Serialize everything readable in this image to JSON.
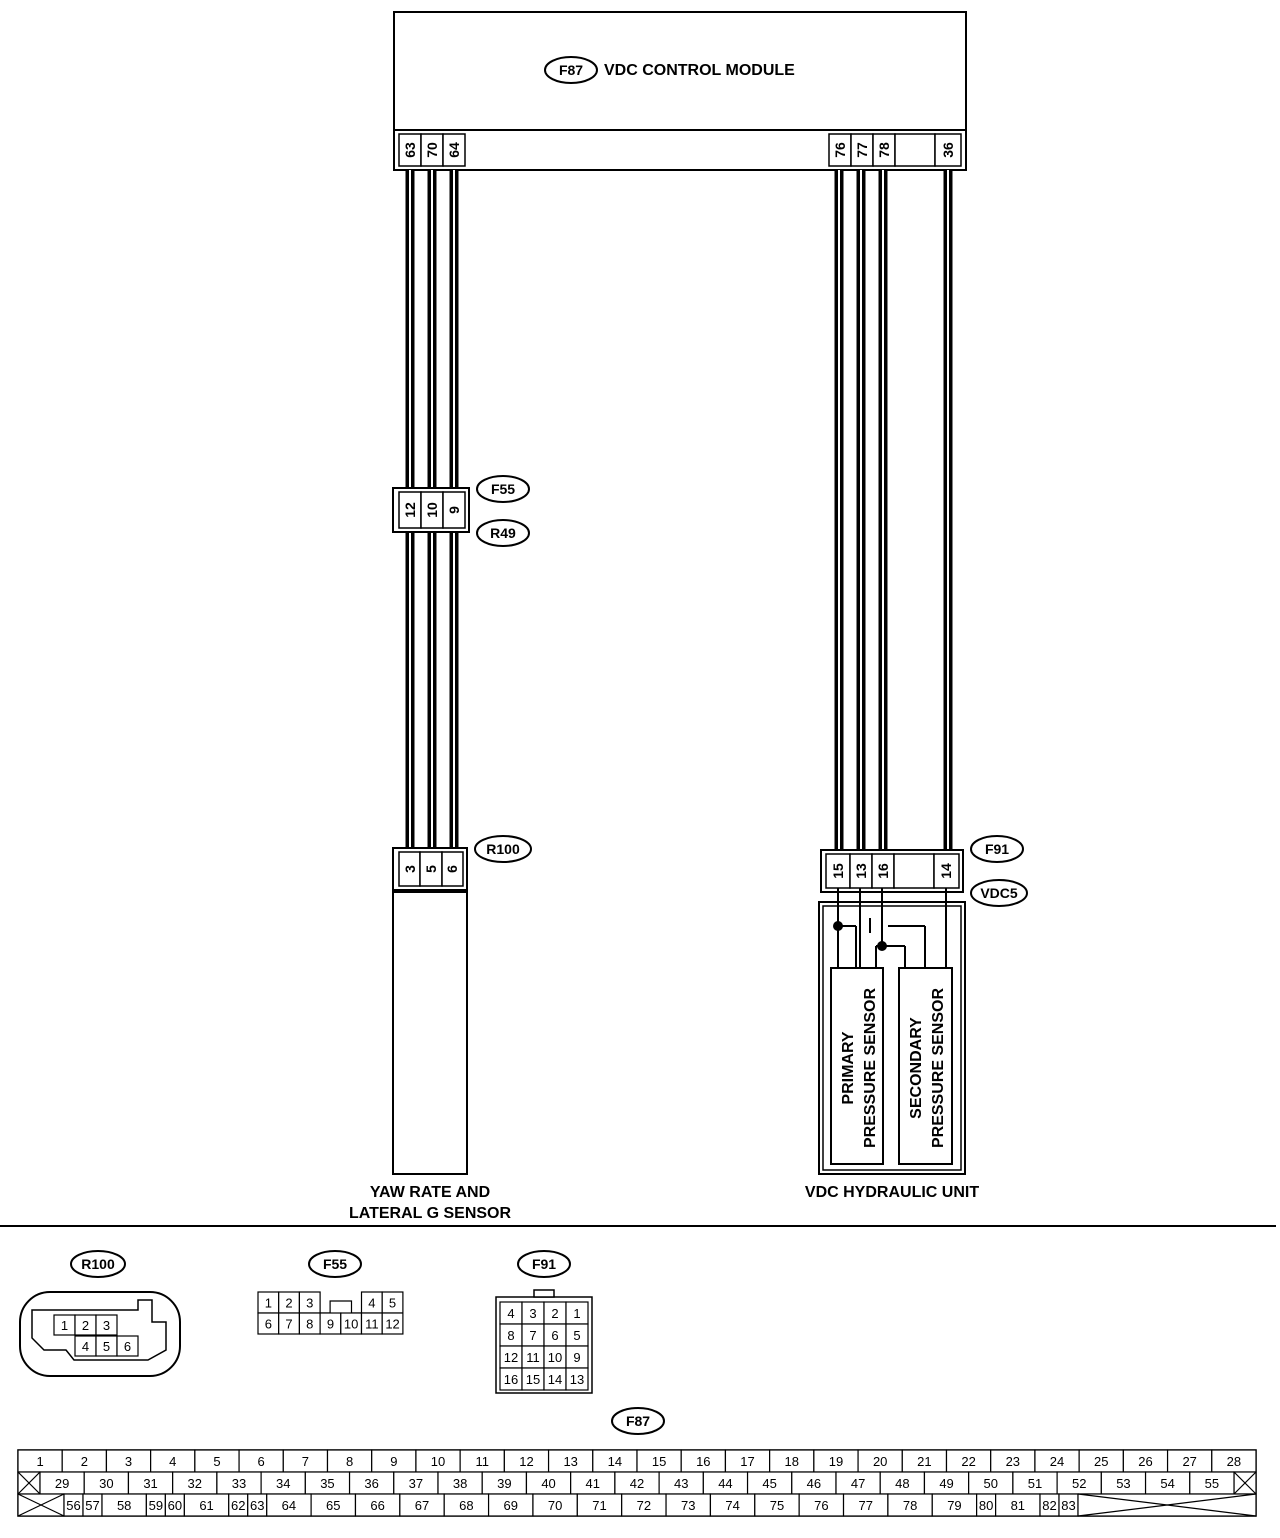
{
  "module": {
    "tag": "F87",
    "title": "VDC CONTROL MODULE",
    "pins_left": [
      "63",
      "70",
      "64"
    ],
    "pins_right": [
      "76",
      "77",
      "78",
      "36"
    ]
  },
  "junction": {
    "tag_top": "F55",
    "tag_bottom": "R49",
    "pins": [
      "12",
      "10",
      "9"
    ]
  },
  "yaw_sensor": {
    "tag": "R100",
    "pins": [
      "3",
      "5",
      "6"
    ],
    "label_line1": "YAW RATE AND",
    "label_line2": "LATERAL G SENSOR"
  },
  "hydraulic": {
    "tag_top": "F91",
    "tag_bottom": "VDC5",
    "pins": [
      "15",
      "13",
      "16",
      "14"
    ],
    "label": "VDC HYDRAULIC UNIT",
    "primary_line1": "PRIMARY",
    "primary_line2": "PRESSURE SENSOR",
    "secondary_line1": "SECONDARY",
    "secondary_line2": "PRESSURE SENSOR"
  },
  "connectors": {
    "r100": {
      "tag": "R100",
      "row1": [
        "1",
        "2",
        "3"
      ],
      "row2": [
        "4",
        "5",
        "6"
      ]
    },
    "f55": {
      "tag": "F55",
      "row1_left": [
        "1",
        "2",
        "3"
      ],
      "row1_right": [
        "4",
        "5"
      ],
      "row2": [
        "6",
        "7",
        "8",
        "9",
        "10",
        "11",
        "12"
      ]
    },
    "f91": {
      "tag": "F91",
      "rows": [
        [
          "4",
          "3",
          "2",
          "1"
        ],
        [
          "8",
          "7",
          "6",
          "5"
        ],
        [
          "12",
          "11",
          "10",
          "9"
        ],
        [
          "16",
          "15",
          "14",
          "13"
        ]
      ]
    },
    "f87": {
      "tag": "F87",
      "row1": [
        "1",
        "2",
        "3",
        "4",
        "5",
        "6",
        "7",
        "8",
        "9",
        "10",
        "11",
        "12",
        "13",
        "14",
        "15",
        "16",
        "17",
        "18",
        "19",
        "20",
        "21",
        "22",
        "23",
        "24",
        "25",
        "26",
        "27",
        "28"
      ],
      "row2": [
        "29",
        "30",
        "31",
        "32",
        "33",
        "34",
        "35",
        "36",
        "37",
        "38",
        "39",
        "40",
        "41",
        "42",
        "43",
        "44",
        "45",
        "46",
        "47",
        "48",
        "49",
        "50",
        "51",
        "52",
        "53",
        "54",
        "55"
      ],
      "row3": [
        "56",
        "57",
        "58",
        "59",
        "60",
        "61",
        "62",
        "63",
        "64",
        "65",
        "66",
        "67",
        "68",
        "69",
        "70",
        "71",
        "72",
        "73",
        "74",
        "75",
        "76",
        "77",
        "78",
        "79",
        "80",
        "81",
        "82",
        "83"
      ]
    }
  }
}
